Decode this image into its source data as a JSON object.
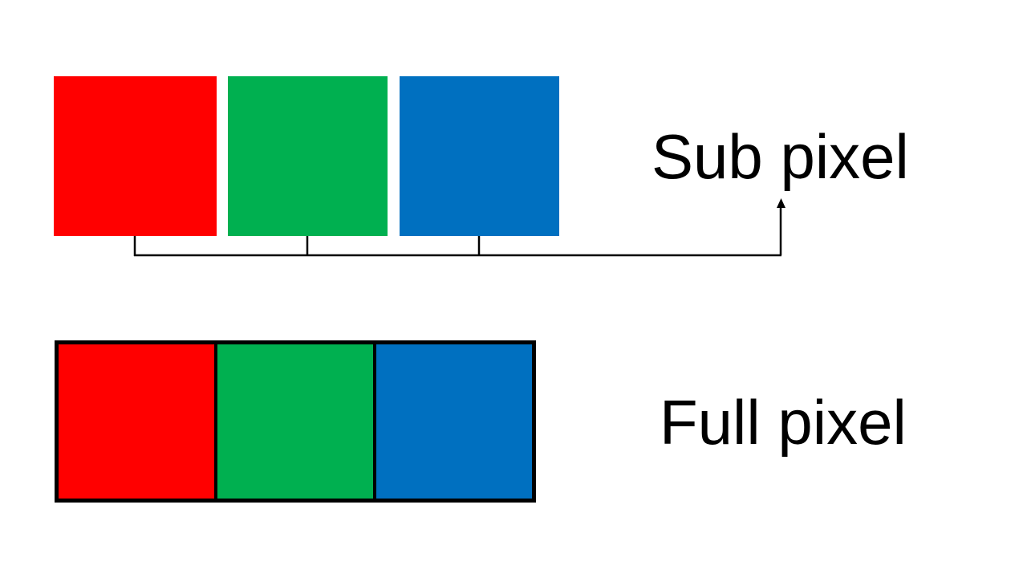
{
  "colors": {
    "background": "#FFFFFF",
    "line": "#000000",
    "text": "#000000",
    "red": "#FF0000",
    "green": "#00B050",
    "blue": "#0070C0"
  },
  "subpixel": {
    "label": "Sub pixel",
    "squares": [
      {
        "name": "red-subpixel",
        "color": "#FF0000"
      },
      {
        "name": "green-subpixel",
        "color": "#00B050"
      },
      {
        "name": "blue-subpixel",
        "color": "#0070C0"
      }
    ]
  },
  "fullpixel": {
    "label": "Full pixel",
    "cells": [
      {
        "name": "red-cell",
        "color": "#FF0000"
      },
      {
        "name": "green-cell",
        "color": "#00B050"
      },
      {
        "name": "blue-cell",
        "color": "#0070C0"
      }
    ]
  }
}
